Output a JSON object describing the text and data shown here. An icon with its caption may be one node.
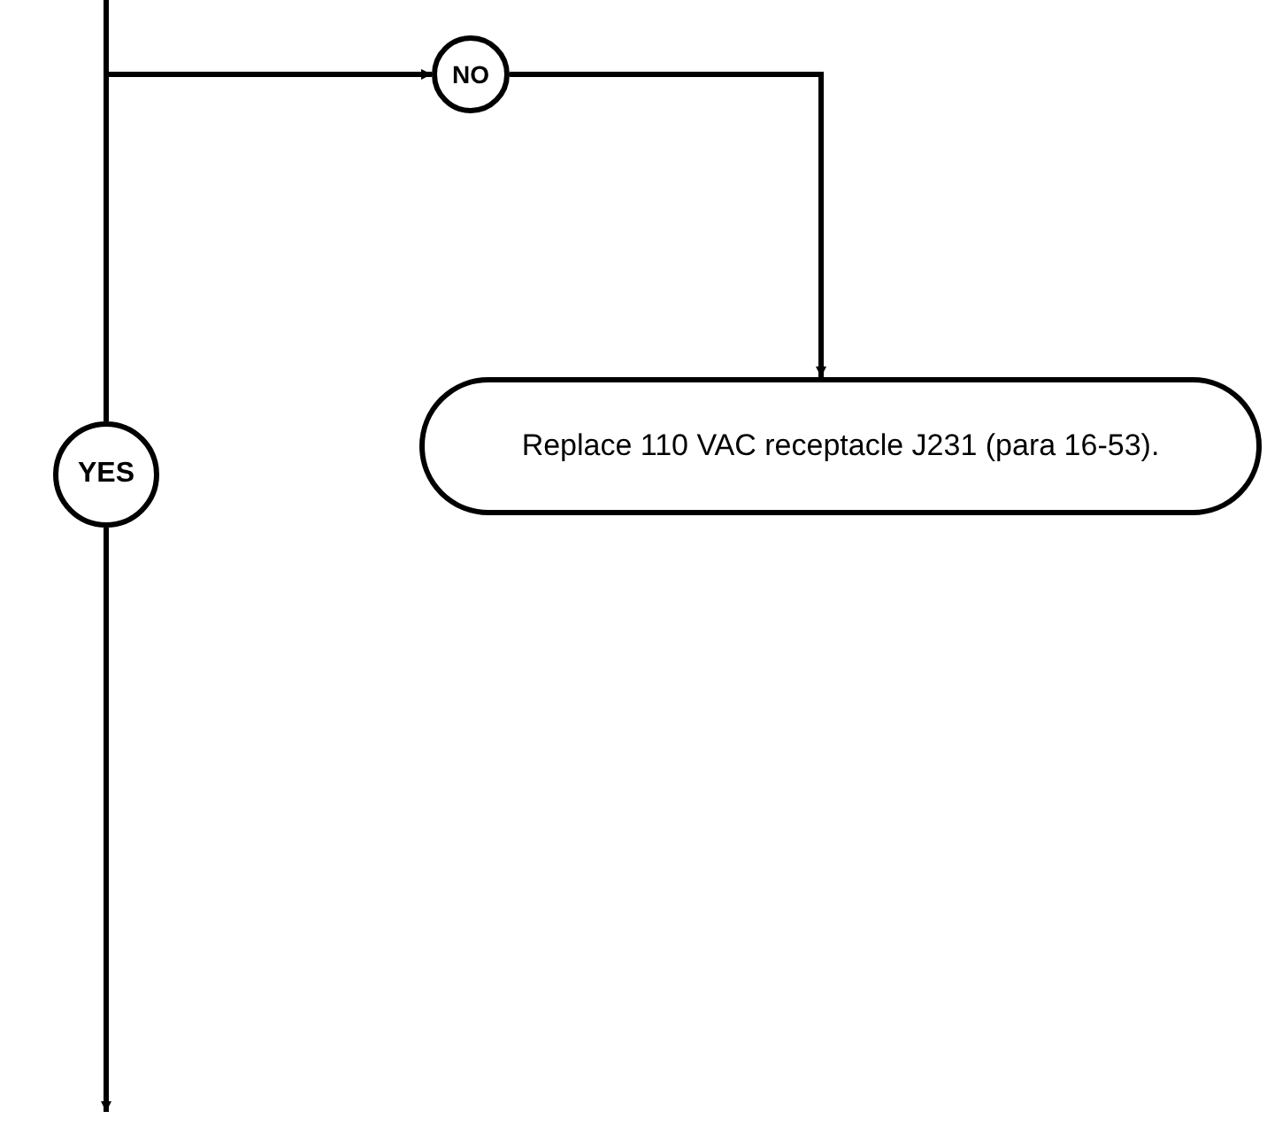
{
  "diagram": {
    "nodes": [
      {
        "text": [
          "YES"
        ]
      },
      {
        "text": [
          "NO"
        ]
      },
      {
        "text": [
          "Replace 110 VAC receptacle J231 (para 16-53)."
        ]
      }
    ],
    "edges": [
      {
        "from": null,
        "to": 0,
        "arrow": "none"
      },
      {
        "from": null,
        "to": 1,
        "arrow": "to"
      },
      {
        "from": 1,
        "to": 2,
        "arrow": "to"
      },
      {
        "from": 0,
        "to": null,
        "arrow": "to"
      }
    ]
  }
}
